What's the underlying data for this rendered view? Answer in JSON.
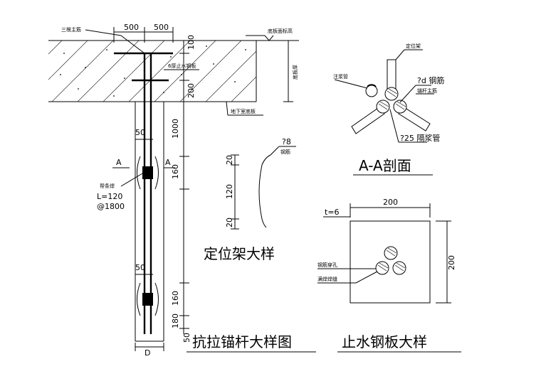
{
  "anchor_detail": {
    "title": "抗拉锚杆大样图",
    "dim_top_left": "500",
    "dim_top_right": "500",
    "dim_100": "100",
    "dim_200": "200",
    "dim_1000": "1000",
    "dim_160_upper": "160",
    "dim_160_lower": "160",
    "dim_180": "180",
    "dim_50_upper": "50",
    "dim_50_lower": "50",
    "dim_50_bottom": "50",
    "dim_D": "D",
    "label_triple_rebar": "三根主筋",
    "label_floor_top": "底板面标高",
    "label_slab_thickness": "底板厚",
    "label_waterstop": "6厚止水钢板",
    "label_basement": "地下室底板",
    "label_welded_bar": "帮条焊",
    "label_length": "L=120",
    "label_spacing": "@1800",
    "section_mark_left": "A",
    "section_mark_right": "A"
  },
  "positioning_frame": {
    "title": "定位架大样",
    "dim_top": "20",
    "dim_mid": "120",
    "dim_bottom": "20",
    "bar_size": "?8",
    "label_bar": "钢筋"
  },
  "section_aa": {
    "title": "A-A剖面",
    "label_positioning": "定位架",
    "label_grout_pipe": "注浆管",
    "label_rebar_d": "?d 钢筋",
    "label_anchor_main": "锚杆主筋",
    "label_grouting": "?25 隔浆管"
  },
  "steel_plate": {
    "title": "止水钢板大样",
    "thickness": "t=6",
    "dim_width": "200",
    "dim_height": "200",
    "label_rebar_hole": "钢筋穿孔",
    "label_weld_hole": "满焊焊缝"
  }
}
